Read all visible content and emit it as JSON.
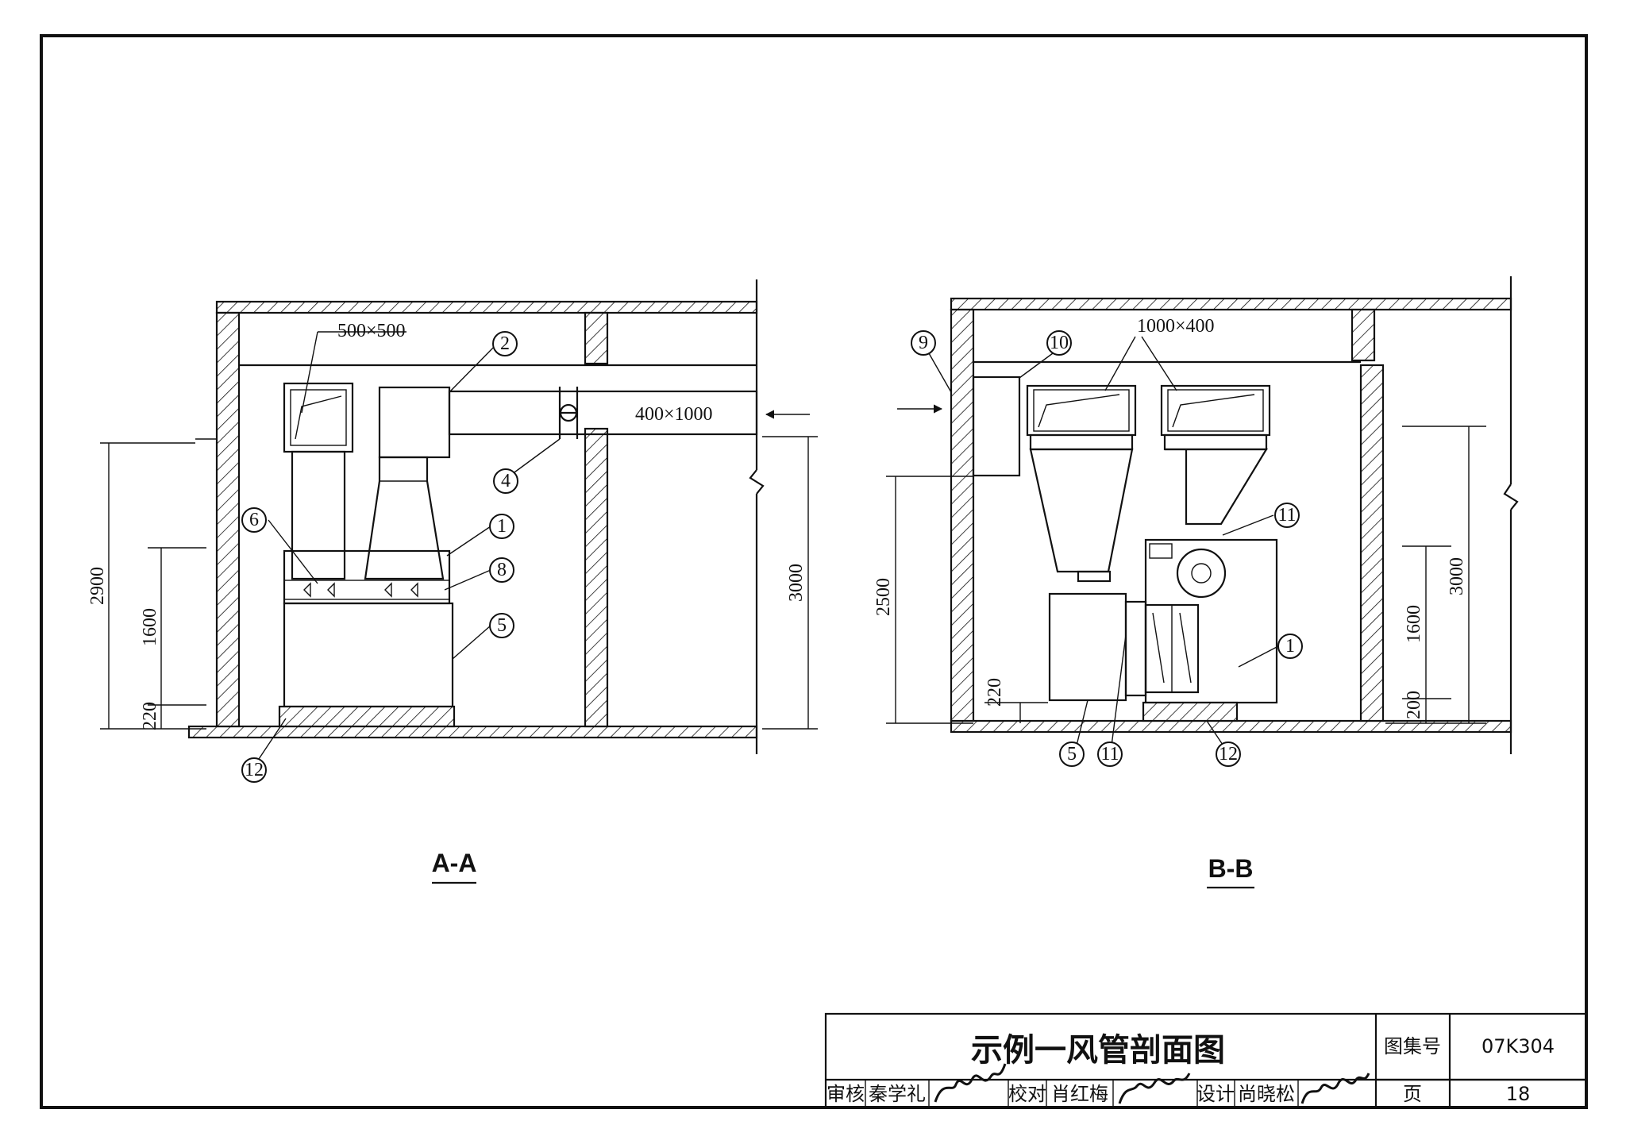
{
  "sheet": {
    "title": "示例一风管剖面图",
    "atlas_label": "图集号",
    "atlas_no": "07K304",
    "page_label": "页",
    "page_no": "18",
    "review_label": "审核",
    "reviewer": "秦学礼",
    "check_label": "校对",
    "checker": "肖红梅",
    "design_label": "设计",
    "designer": "尚晓松"
  },
  "section_aa": {
    "label": "A-A",
    "duct_size_1": "500×500",
    "duct_size_2": "400×1000",
    "dim_2900": "2900",
    "dim_1600": "1600",
    "dim_220": "220",
    "dim_3000": "3000",
    "callouts": [
      "1",
      "2",
      "4",
      "5",
      "6",
      "8",
      "12"
    ]
  },
  "section_bb": {
    "label": "B-B",
    "duct_size": "1000×400",
    "dim_2500": "2500",
    "dim_220": "220",
    "dim_3000": "3000",
    "dim_1600": "1600",
    "dim_200": "200",
    "callouts": [
      "1",
      "5",
      "9",
      "10",
      "11",
      "11",
      "12"
    ]
  }
}
